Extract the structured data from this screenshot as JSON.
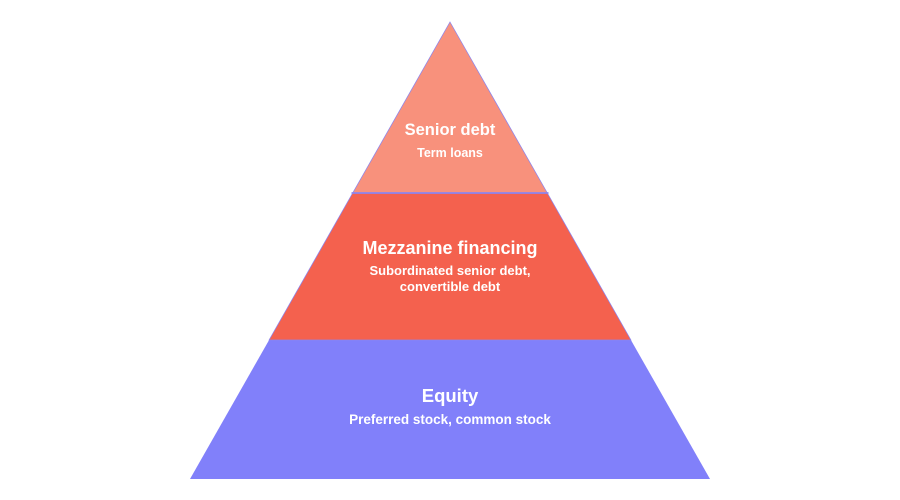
{
  "diagram": {
    "type": "pyramid",
    "background_color": "#ffffff",
    "text_color": "#ffffff",
    "outline_color": "#8C85EE",
    "tiers": [
      {
        "id": "senior-debt",
        "label": "Senior debt",
        "sublabel": "Term loans",
        "color": "#F8917C",
        "level": 1
      },
      {
        "id": "mezzanine-financing",
        "label": "Mezzanine financing",
        "sublabel_line1": "Subordinated senior debt,",
        "sublabel_line2": "convertible debt",
        "sublabel": "Subordinated senior debt, convertible debt",
        "color": "#F4614E",
        "level": 2
      },
      {
        "id": "equity",
        "label": "Equity",
        "sublabel": "Preferred stock, common stock",
        "color": "#8180FA",
        "level": 3
      }
    ]
  }
}
